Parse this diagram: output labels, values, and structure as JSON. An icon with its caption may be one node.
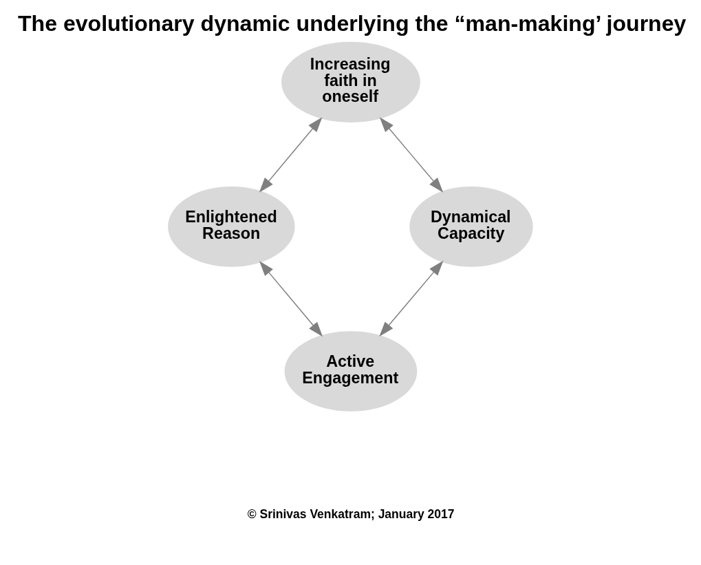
{
  "diagram": {
    "title": "The evolutionary dynamic underlying the “man-making’ journey",
    "nodes": [
      {
        "text": [
          "Increasing faith in oneself"
        ]
      },
      {
        "text": [
          "Enlightened Reason"
        ]
      },
      {
        "text": [
          "Dynamical Capacity"
        ]
      },
      {
        "text": [
          "Active Engagement"
        ]
      }
    ],
    "edges": [
      {
        "from": 0,
        "to": 1,
        "arrow": "both"
      },
      {
        "from": 0,
        "to": 2,
        "arrow": "both"
      },
      {
        "from": 1,
        "to": 3,
        "arrow": "both"
      },
      {
        "from": 2,
        "to": 3,
        "arrow": "both"
      }
    ],
    "labels": [
      "© Srinivas Venkatram; January 2017"
    ]
  }
}
